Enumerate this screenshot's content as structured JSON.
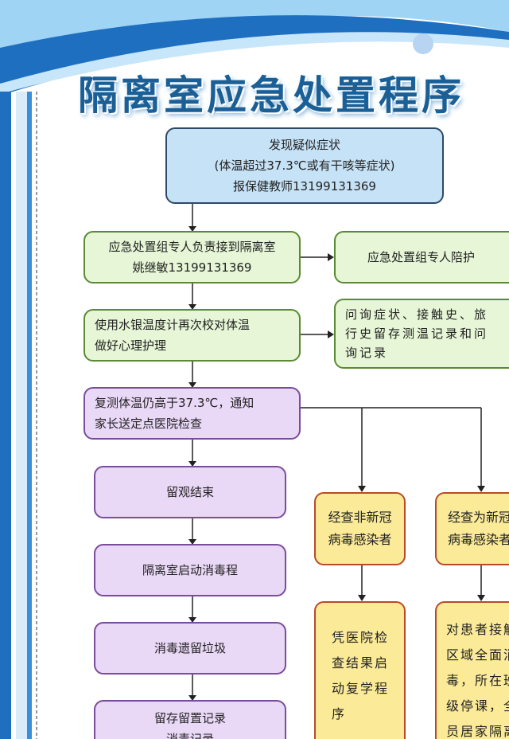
{
  "title": "隔离室应急处置程序",
  "colors": {
    "blue_box": "#c6e2f6",
    "green_box": "#e6f6d6",
    "purple_box": "#ead8f7",
    "yellow_box": "#fbeb98",
    "title": "#1a5f96"
  },
  "nodes": {
    "start": "发现疑似症状\n(体温超过37.3℃或有干咳等症状)\n报保健教师13199131369",
    "receive": "应急处置组专人负责接到隔离室\n姚继敏13199131369",
    "accompany": "应急处置组专人陪护",
    "recheck": "使用水银温度计再次校对体温\n做好心理护理",
    "inquiry": "问询症状、接触史、旅行史留存测温记录和问询记录",
    "notify": "复测体温仍高于37.3℃，通知\n家长送定点医院检查",
    "observe_end": "留观结束",
    "disinfect_start": "隔离室启动消毒程",
    "garbage": "消毒遗留垃圾",
    "records": "留存留置记录\n消毒记录",
    "non_covid": "经查非新冠\n病毒感染者",
    "covid": "经查为新冠\n病毒感染者",
    "resume": "凭医院检查结果启动复学程序",
    "covid_action": "对患者接触区域全面消毒，所在班级停课，全员居家隔离"
  }
}
